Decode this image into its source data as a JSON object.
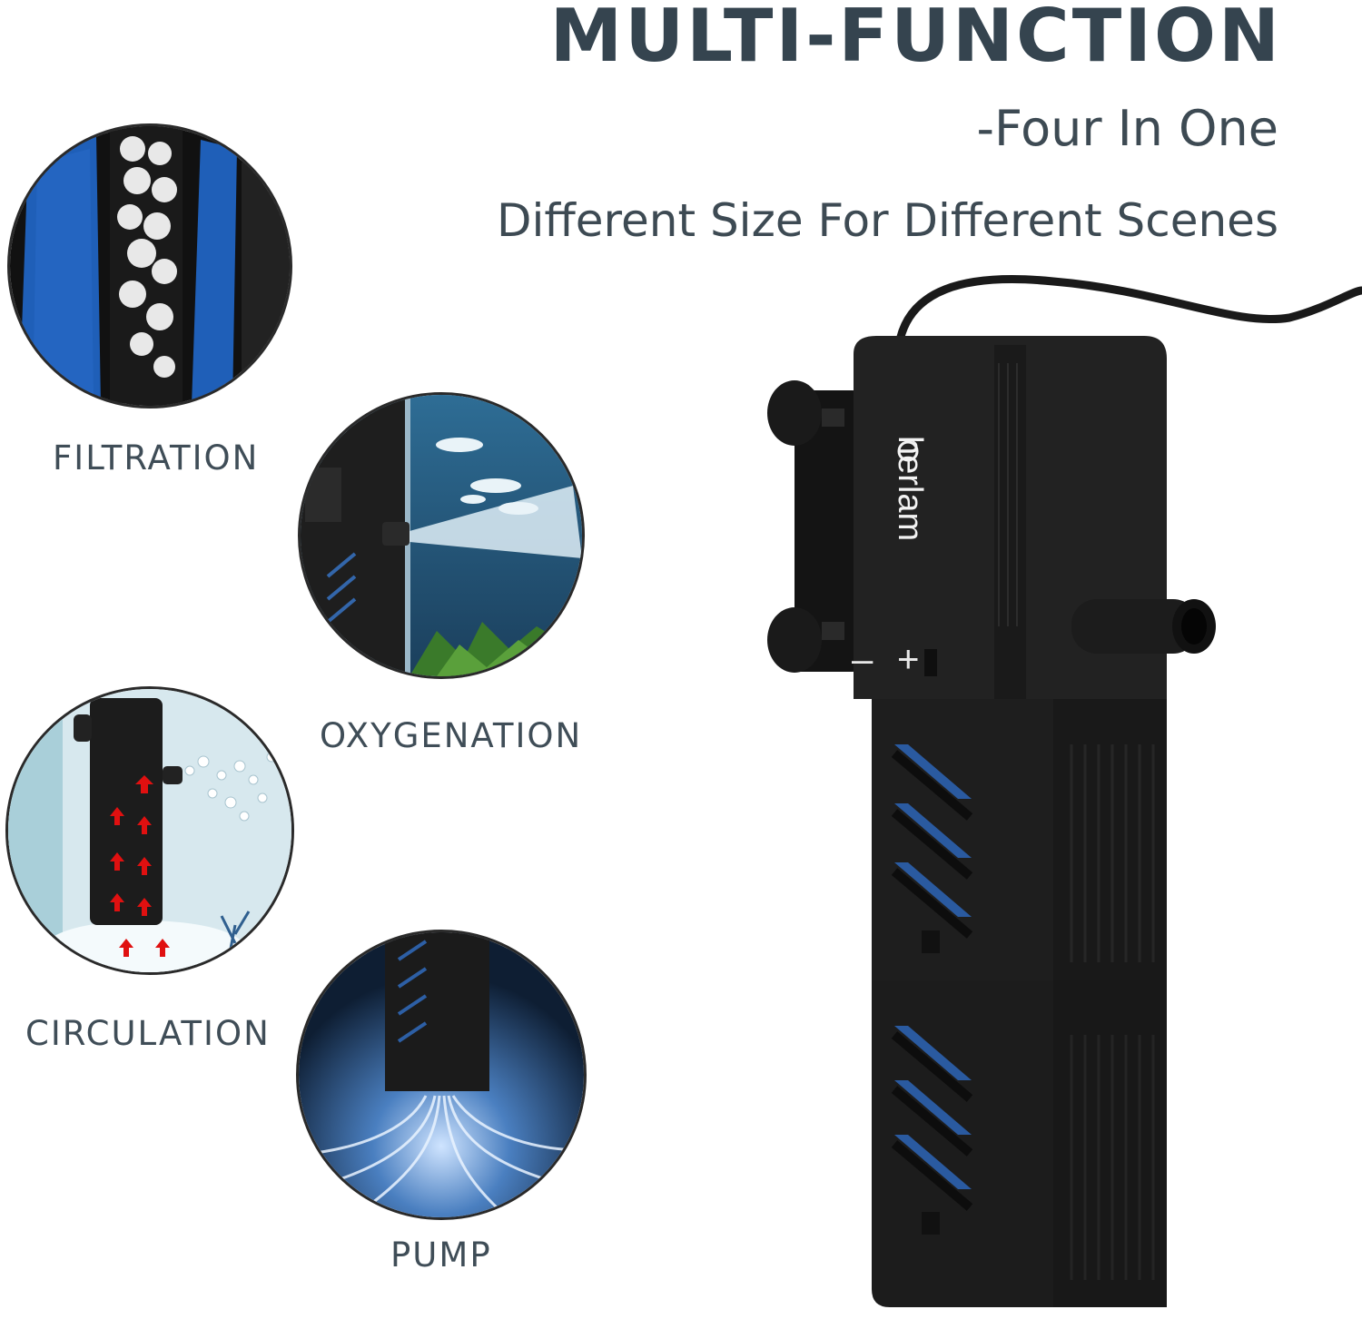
{
  "header": {
    "title": "MULTI-FUNCTION",
    "subtitle": "-Four In One",
    "tagline": "Different Size For Different Scenes"
  },
  "features": [
    {
      "label": "FILTRATION",
      "icon": "filtration-icon"
    },
    {
      "label": "OXYGENATION",
      "icon": "oxygenation-icon"
    },
    {
      "label": "CIRCULATION",
      "icon": "circulation-icon"
    },
    {
      "label": "PUMP",
      "icon": "pump-icon"
    }
  ],
  "product": {
    "brand": "herlam",
    "minus": "–",
    "plus": "+"
  },
  "colors": {
    "heading": "#35444f",
    "sponge_blue": "#1f5fb8",
    "water_blue": "#2a5a7e",
    "arrow_red": "#e01010",
    "pump_black": "#1c1c1c"
  }
}
